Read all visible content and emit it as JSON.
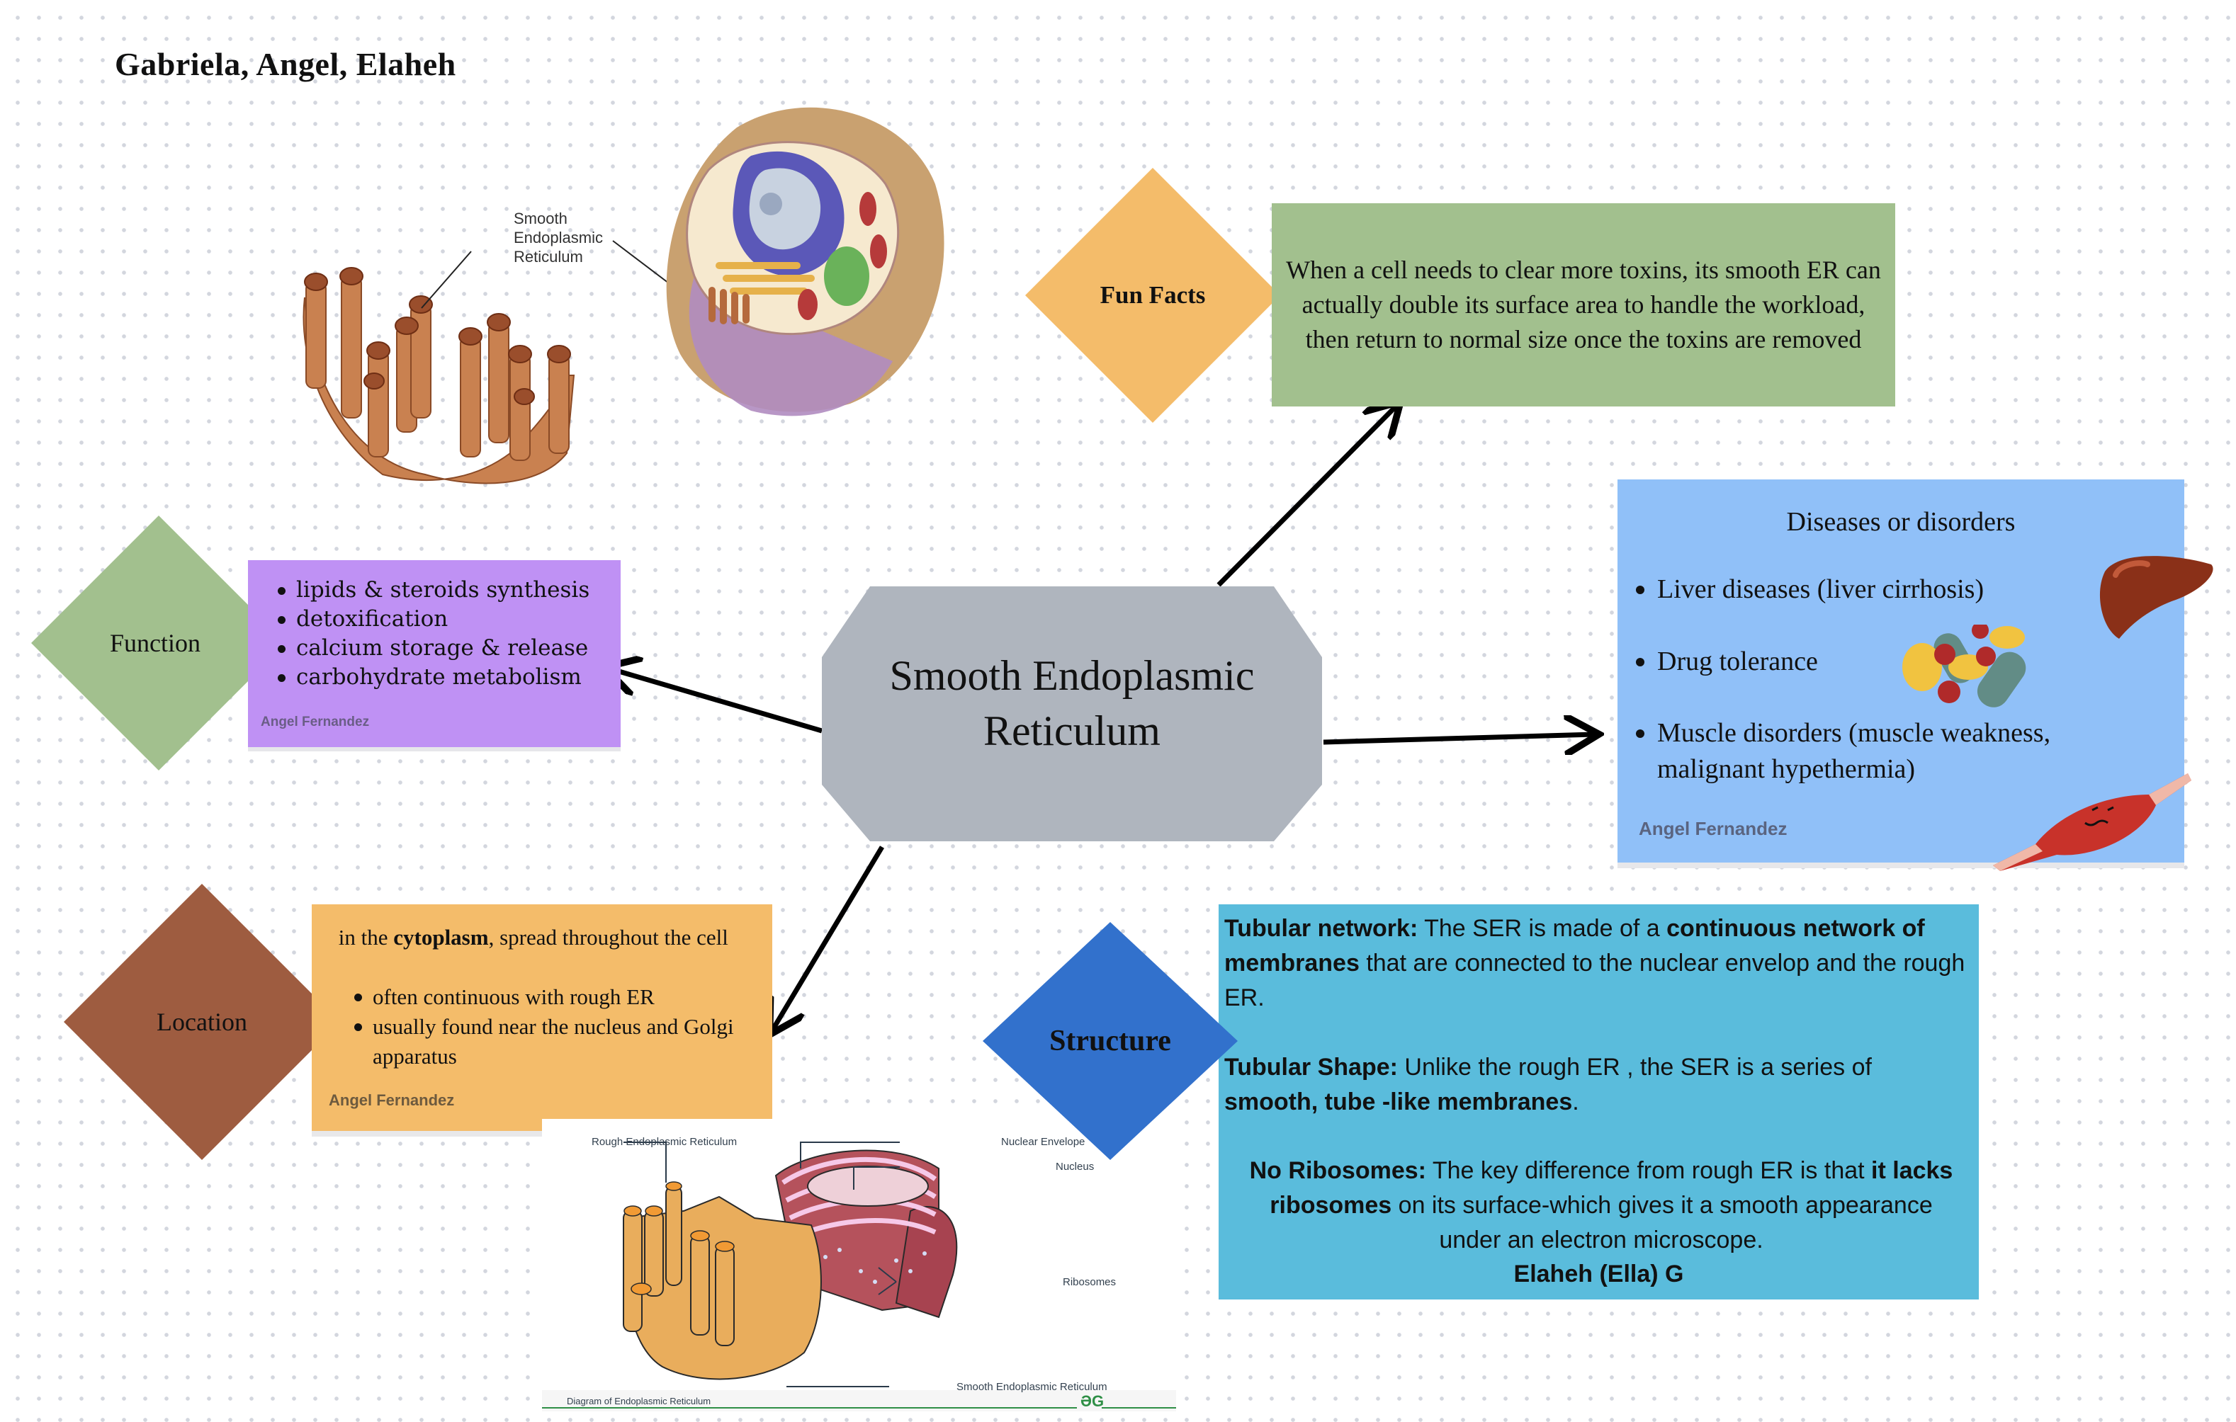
{
  "header": {
    "authors": "Gabriela, Angel,  Elaheh"
  },
  "central_topic": {
    "line1": "Smooth Endoplasmic",
    "line2": "Reticulum",
    "color": "#afb5be"
  },
  "top_illustration": {
    "label_line1": "Smooth",
    "label_line2": "Endoplasmic",
    "label_line3": "Reticulum",
    "icon": "animal-cell-with-smooth-er"
  },
  "fun_facts": {
    "title": "Fun Facts",
    "diamond_color": "#f4bc6a",
    "box_color": "#a2c08e",
    "text": "When a cell needs to clear more toxins, its smooth ER can actually double its surface area to handle the workload, then return to normal size once the toxins are removed"
  },
  "function": {
    "title": "Function",
    "diamond_color": "#a2c08e",
    "box_color": "#bf91f4",
    "items": [
      "lipids & steroids synthesis",
      "detoxification",
      "calcium storage & release",
      "carbohydrate metabolism"
    ],
    "author": "Angel Fernandez"
  },
  "diseases": {
    "title": "Diseases or disorders",
    "box_color": "#90c0f8",
    "items": [
      "Liver diseases (liver cirrhosis)",
      "Drug tolerance",
      "Muscle disorders (muscle weakness, malignant hypethermia)"
    ],
    "icons": [
      "liver-icon",
      "pills-icon",
      "muscle-icon"
    ],
    "author": "Angel Fernandez"
  },
  "location": {
    "title": "Location",
    "diamond_color": "#9e5c40",
    "box_color": "#f4bc6a",
    "intro_prefix": "in the ",
    "intro_bold": "cytoplasm",
    "intro_suffix": ", spread throughout the cell",
    "items": [
      "often continuous with rough ER",
      "usually found near the nucleus and Golgi apparatus"
    ],
    "author": "Angel Fernandez"
  },
  "structure": {
    "title": "Structure",
    "diamond_color": "#3271cc",
    "box_color": "#5abcdc",
    "p1_bold": "Tubular network:",
    "p1_text": " The SER is made of a ",
    "p1_bold2": "continuous network of membranes",
    "p1_text2": " that are connected to the nuclear envelop and the rough ER.",
    "p2_bold": "Tubular Shape:",
    "p2_text": " Unlike the rough ER , the SER is a series of ",
    "p2_bold2": "smooth, tube -like membranes",
    "p2_text2": ".",
    "p3_bold": "No Ribosomes:",
    "p3_text": " The key difference from rough ER is that ",
    "p3_bold2": "it lacks ribosomes",
    "p3_text2": " on its surface-which gives it a smooth appearance under an electron microscope.",
    "author": "Elaheh (Ella) G"
  },
  "er_diagram": {
    "labels": {
      "rough_er": "Rough Endoplasmic Reticulum",
      "nuclear_envelope": "Nuclear Envelope",
      "nucleus": "Nucleus",
      "ribosomes": "Ribosomes",
      "smooth_er": "Smooth Endoplasmic Reticulum"
    },
    "caption": "Diagram of Endoplasmic Reticulum",
    "logo": "ƏG"
  }
}
